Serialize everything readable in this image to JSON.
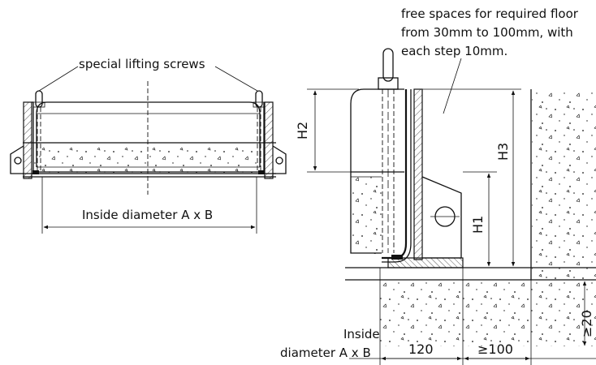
{
  "labels": {
    "lifting_screws": "special lifting screws",
    "free_spaces_line1": "free spaces for required floor",
    "free_spaces_line2": "from 30mm to 100mm, with",
    "free_spaces_line3": "each step 10mm.",
    "inside_diameter_left": "Inside diameter A x B",
    "inside_diameter_right_line1": "Inside",
    "inside_diameter_right_line2": "diameter A x B"
  },
  "dimensions": {
    "h1": "H1",
    "h2": "H2",
    "h3": "H3",
    "d120": "120",
    "d100": "≥100",
    "d20": "≥20"
  }
}
